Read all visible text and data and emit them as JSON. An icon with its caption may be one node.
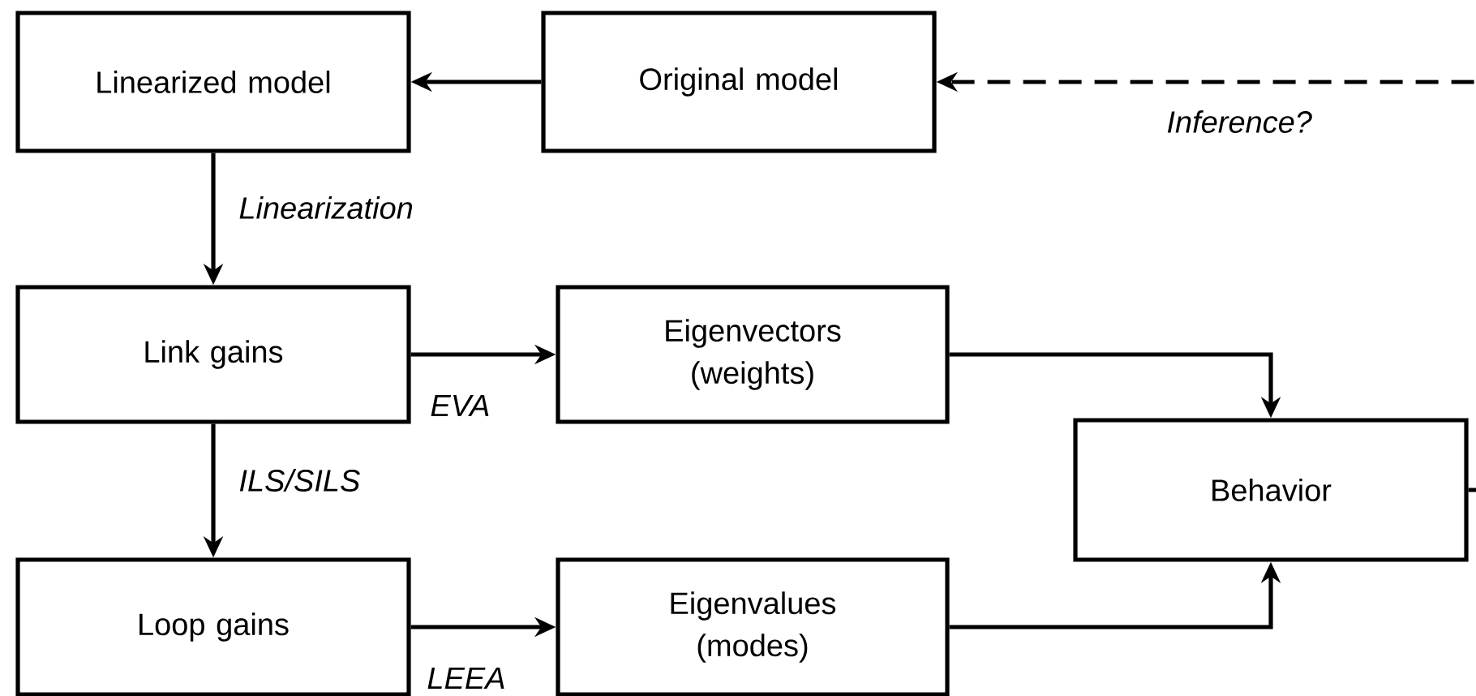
{
  "diagram": {
    "nodes": [
      {
        "text": [
          "Linearized model"
        ]
      },
      {
        "text": [
          "Original model"
        ]
      },
      {
        "text": [
          "Link gains"
        ]
      },
      {
        "text": [
          "Eigenvectors (weights)"
        ]
      },
      {
        "text": [
          "Behavior"
        ]
      },
      {
        "text": [
          "Loop gains"
        ]
      },
      {
        "text": [
          "Eigenvalues (modes)"
        ]
      }
    ],
    "edges": [
      {
        "from": 1,
        "to": 0,
        "arrow": "to"
      },
      {
        "from": 0,
        "to": 2,
        "arrow": "to",
        "label": "Linearization"
      },
      {
        "from": 2,
        "to": 3,
        "arrow": "to",
        "label": "EVA"
      },
      {
        "from": 2,
        "to": 5,
        "arrow": "to",
        "label": "ILS/SILS"
      },
      {
        "from": 5,
        "to": 6,
        "arrow": "to",
        "label": "LEEA"
      },
      {
        "from": 3,
        "to": 4,
        "arrow": "to"
      },
      {
        "from": 6,
        "to": 4,
        "arrow": "to"
      },
      {
        "from": 4,
        "to": 1,
        "arrow": "to",
        "style": "dashed",
        "label": "Inference?"
      }
    ]
  }
}
